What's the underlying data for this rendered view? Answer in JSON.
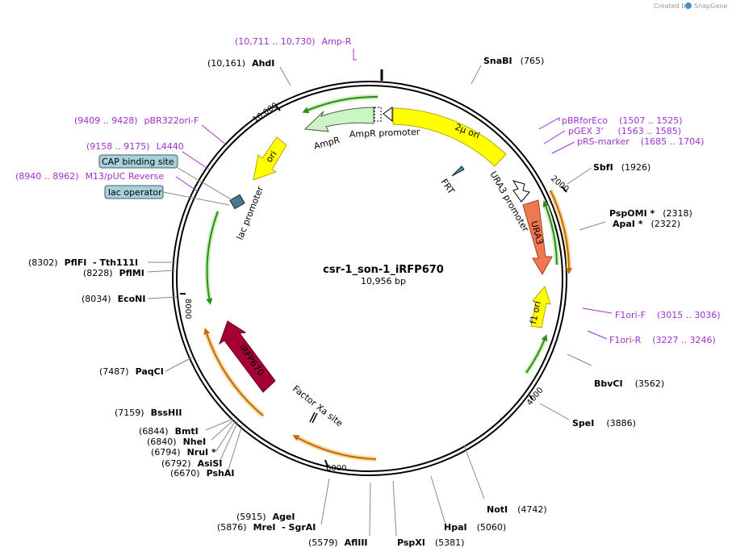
{
  "credit": "Created by",
  "credit_brand": "SnapGene",
  "plasmid": {
    "name": "csr-1_son-1_iRFP670",
    "length_label": "10,956 bp"
  },
  "ticks": [
    "2000",
    "4000",
    "6000",
    "8000",
    "10,000"
  ],
  "sites": [
    {
      "name": "SnaBI",
      "pos": "(765)"
    },
    {
      "name": "SbfI",
      "pos": "(1926)"
    },
    {
      "name": "PspOMI *",
      "pos": "(2318)"
    },
    {
      "name": "ApaI *",
      "pos": "(2322)"
    },
    {
      "name": "BbvCI",
      "pos": "(3562)"
    },
    {
      "name": "SpeI",
      "pos": "(3886)"
    },
    {
      "name": "NotI",
      "pos": "(4742)"
    },
    {
      "name": "HpaI",
      "pos": "(5060)"
    },
    {
      "name": "PspXI",
      "pos": "(5381)"
    },
    {
      "name": "AflIII",
      "pos": "(5579)"
    },
    {
      "name": "MreI  - SgrAI",
      "pos": "(5876)"
    },
    {
      "name": "AgeI",
      "pos": "(5915)"
    },
    {
      "name": "PshAI",
      "pos": "(6670)"
    },
    {
      "name": "AsiSI",
      "pos": "(6792)"
    },
    {
      "name": "NruI *",
      "pos": "(6794)"
    },
    {
      "name": "NheI",
      "pos": "(6840)"
    },
    {
      "name": "BmtI",
      "pos": "(6844)"
    },
    {
      "name": "BssHII",
      "pos": "(7159)"
    },
    {
      "name": "PaqCI",
      "pos": "(7487)"
    },
    {
      "name": "EcoNI",
      "pos": "(8034)"
    },
    {
      "name": "PflMI",
      "pos": "(8228)"
    },
    {
      "name": "PflFI  - Tth111I",
      "pos": "(8302)"
    },
    {
      "name": "AhdI",
      "pos": "(10,161)"
    }
  ],
  "primers": [
    {
      "name": "Amp-R",
      "range": "(10,711 .. 10,730)"
    },
    {
      "name": "pBR322ori-F",
      "range": "(9409 .. 9428)"
    },
    {
      "name": "L4440",
      "range": "(9158 .. 9175)"
    },
    {
      "name": "M13/pUC Reverse",
      "range": "(8940 .. 8962)"
    },
    {
      "name": "pBRforEco",
      "range": "(1507 .. 1525)"
    },
    {
      "name": "pGEX 3'",
      "range": "(1563 .. 1585)"
    },
    {
      "name": "pRS-marker",
      "range": "(1685 .. 1704)"
    },
    {
      "name": "F1ori-F",
      "range": "(3015 .. 3036)"
    },
    {
      "name": "F1ori-R",
      "range": "(3227 .. 3246)"
    }
  ],
  "boxed_labels": [
    "CAP binding site",
    "lac operator"
  ],
  "features": {
    "two_mu_ori": "2μ ori",
    "ampr_promoter": "AmpR promoter",
    "ampr": "AmpR",
    "ori": "ori",
    "lac_promoter": "lac promoter",
    "frt": "FRT",
    "ura3_promoter": "URA3 promoter",
    "ura3": "URA3",
    "f1_ori": "f1 ori",
    "irfp670": "iRFP670",
    "factor_xa": "Factor Xa site"
  },
  "colors": {
    "yellow": "#ffff00",
    "green_light": "#ccf5c4",
    "orange_ura3": "#f07850",
    "irfp_red": "#a50034",
    "primer_purple": "#a030d0",
    "box_blue": "#a8d0da"
  }
}
